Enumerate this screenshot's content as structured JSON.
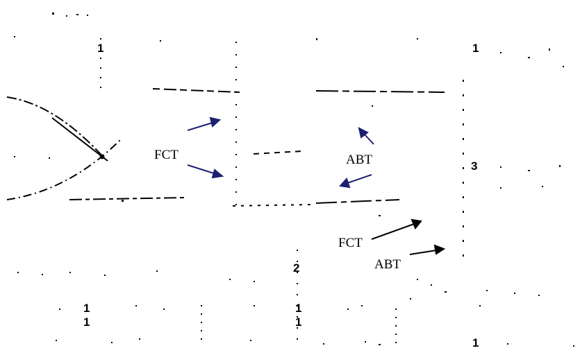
{
  "annotations": {
    "fct_upper": "FCT",
    "abt_upper": "ABT",
    "fct_lower": "FCT",
    "abt_lower": "ABT"
  },
  "colors": {
    "upper_arrows": "#1c2070",
    "lower_arrows": "#000000",
    "lines": "#000000"
  },
  "markers": {
    "top_left": "1",
    "top_right": "1",
    "right_mid": "3",
    "middle_bottom": "2",
    "bottom_a": "1",
    "bottom_b": "1",
    "bottom_c": "1",
    "bottom_d": "1",
    "bottom_right": "1"
  }
}
